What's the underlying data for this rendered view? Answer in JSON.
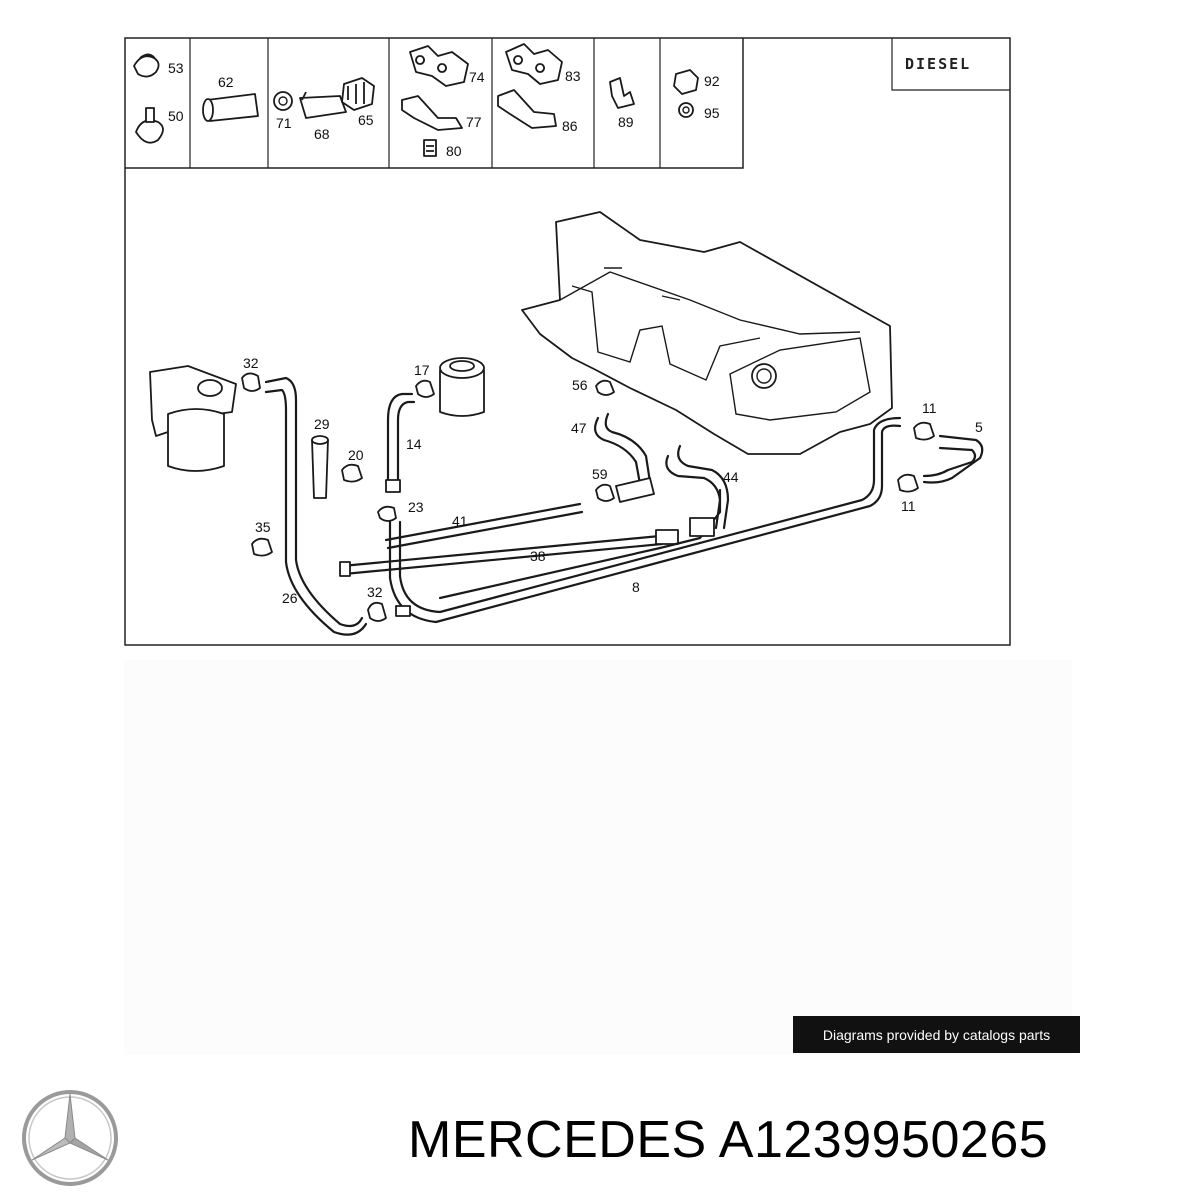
{
  "diagram": {
    "stamp": "DIESEL",
    "callouts": {
      "p53": "53",
      "p50": "50",
      "p62": "62",
      "p71": "71",
      "p68": "68",
      "p65": "65",
      "p74": "74",
      "p77": "77",
      "p80": "80",
      "p83": "83",
      "p86": "86",
      "p89": "89",
      "p92": "92",
      "p95": "95",
      "p32a": "32",
      "p29": "29",
      "p20": "20",
      "p17": "17",
      "p14": "14",
      "p23": "23",
      "p56": "56",
      "p47": "47",
      "p59": "59",
      "p44": "44",
      "p41": "41",
      "p38": "38",
      "p35": "35",
      "p26": "26",
      "p32b": "32",
      "p8": "8",
      "p11a": "11",
      "p5": "5",
      "p11b": "11"
    }
  },
  "credit": {
    "text": "Diagrams provided by catalogs parts"
  },
  "footer": {
    "title": "MERCEDES A1239950265"
  },
  "logo": {
    "icon": "mercedes-star-icon",
    "color": "#9a9a9a"
  }
}
